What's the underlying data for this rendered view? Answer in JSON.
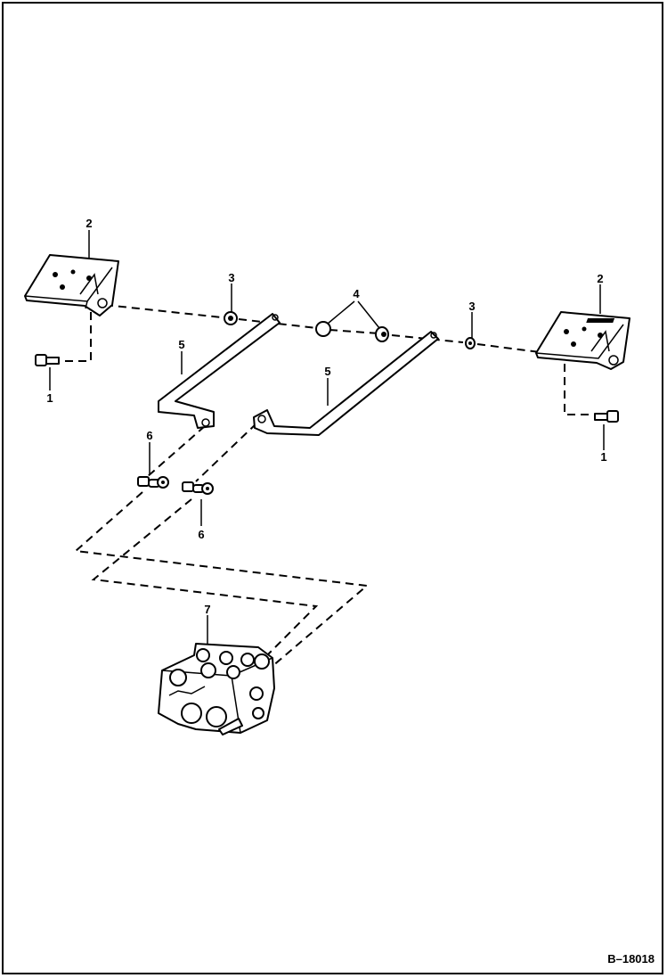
{
  "diagram": {
    "reference": "B–18018",
    "callouts": {
      "bolt_left": "1",
      "bolt_right": "1",
      "pedal_left": "2",
      "pedal_right": "2",
      "bushing_left": "3",
      "bushing_right": "3",
      "spacer": "4",
      "link_left": "5",
      "link_right": "5",
      "clip_upper": "6",
      "clip_lower": "6",
      "valve": "7"
    }
  }
}
